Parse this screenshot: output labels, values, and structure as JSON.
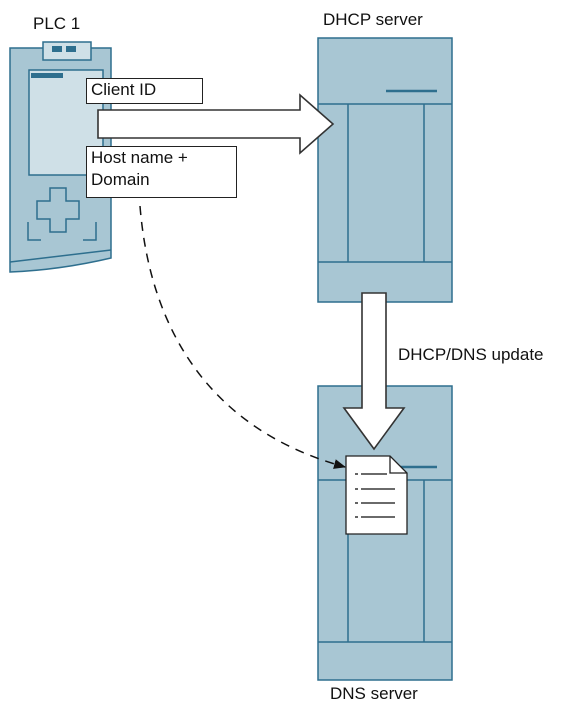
{
  "plc": {
    "label": "PLC 1"
  },
  "dhcp_server": {
    "label": "DHCP server"
  },
  "dns_server": {
    "label": "DNS server"
  },
  "client_id": {
    "label": "Client ID"
  },
  "host_domain": {
    "line1": "Host name +",
    "line2": "Domain"
  },
  "update": {
    "label": "DHCP/DNS update"
  },
  "colors": {
    "device_fill": "#a8c6d3",
    "device_stroke": "#2e6f8e",
    "arrow_stroke": "#333333"
  }
}
